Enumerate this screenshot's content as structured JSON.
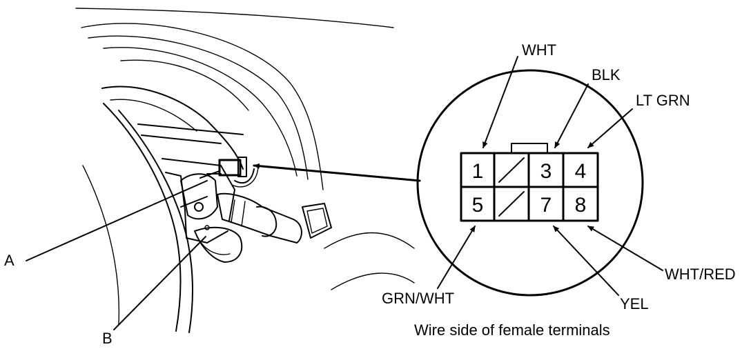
{
  "callouts": {
    "a": "A",
    "b": "B"
  },
  "connector": {
    "pins": {
      "p1": "1",
      "p3": "3",
      "p4": "4",
      "p5": "5",
      "p7": "7",
      "p8": "8"
    },
    "wires": {
      "pin1": "WHT",
      "pin3": "BLK",
      "pin4": "LT GRN",
      "pin5": "GRN/WHT",
      "pin7": "YEL",
      "pin8": "WHT/RED"
    },
    "caption": "Wire side of female terminals"
  }
}
